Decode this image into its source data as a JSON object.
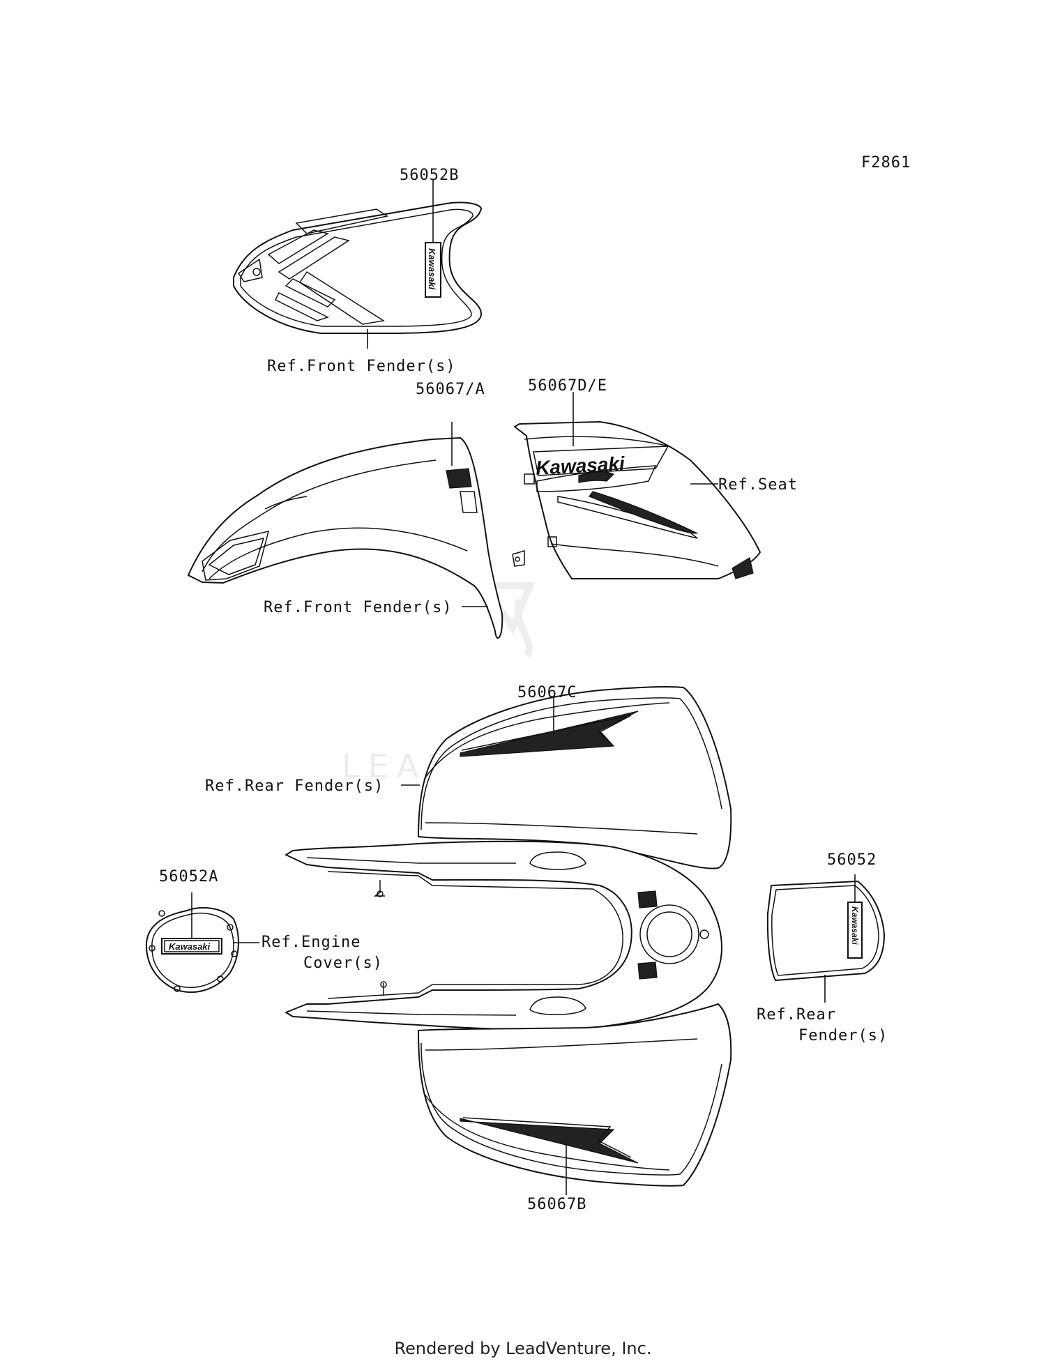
{
  "figure_code": "F2861",
  "watermark": "LEADVENTURE",
  "labels": {
    "p56052B": "56052B",
    "ref_front_fender_top": "Ref.Front Fender(s)",
    "p56067A": "56067/A",
    "p56067DE": "56067D/E",
    "ref_seat": "Ref.Seat",
    "ref_front_fender_mid": "Ref.Front Fender(s)",
    "p56067C": "56067C",
    "ref_rear_fender": "Ref.Rear Fender(s)",
    "p56052A": "56052A",
    "ref_engine_line1": "Ref.Engine",
    "ref_engine_line2": "Cover(s)",
    "p56052": "56052",
    "ref_rear_line1": "Ref.Rear",
    "ref_rear_line2": "Fender(s)",
    "p56067B": "56067B"
  },
  "decals": {
    "kawasaki": "Kawasaki"
  },
  "footer": "Rendered by LeadVenture, Inc."
}
